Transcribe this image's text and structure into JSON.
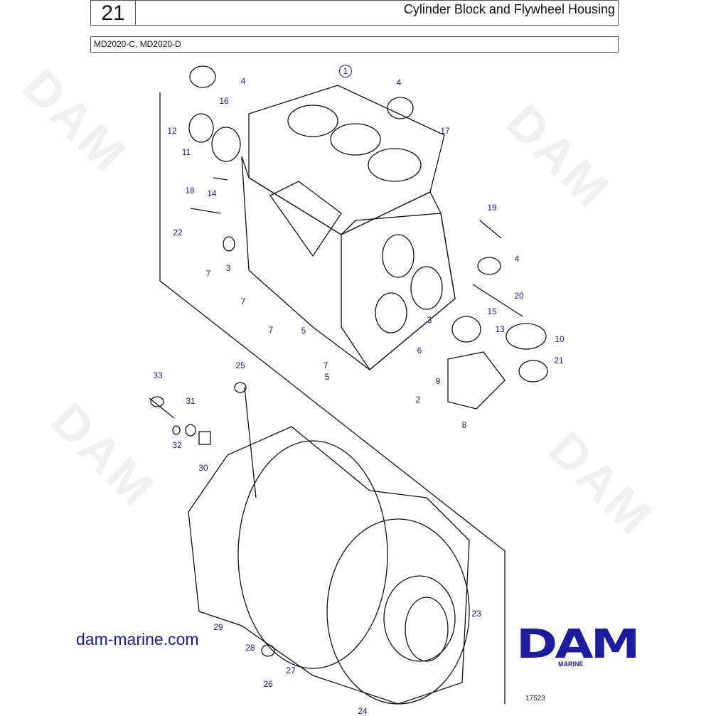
{
  "header": {
    "page_number": "21",
    "title": "Cylinder Block and Flywheel Housing"
  },
  "models": "MD2020-C, MD2020-D",
  "watermark": "DAM",
  "callouts": [
    "1",
    "4",
    "4",
    "16",
    "17",
    "12",
    "11",
    "14",
    "18",
    "19",
    "22",
    "7",
    "3",
    "4",
    "7",
    "20",
    "15",
    "7",
    "3",
    "13",
    "10",
    "5",
    "6",
    "7",
    "21",
    "5",
    "9",
    "2",
    "8",
    "33",
    "25",
    "31",
    "32",
    "30",
    "23",
    "29",
    "28",
    "27",
    "26",
    "24"
  ],
  "footer": {
    "website": "dam-marine.com",
    "logo_text": "DAM",
    "logo_sub": "MARINE",
    "drawing_number": "17523"
  },
  "colors": {
    "callout": "#1a1a8a",
    "brand": "#1c1c9c"
  }
}
